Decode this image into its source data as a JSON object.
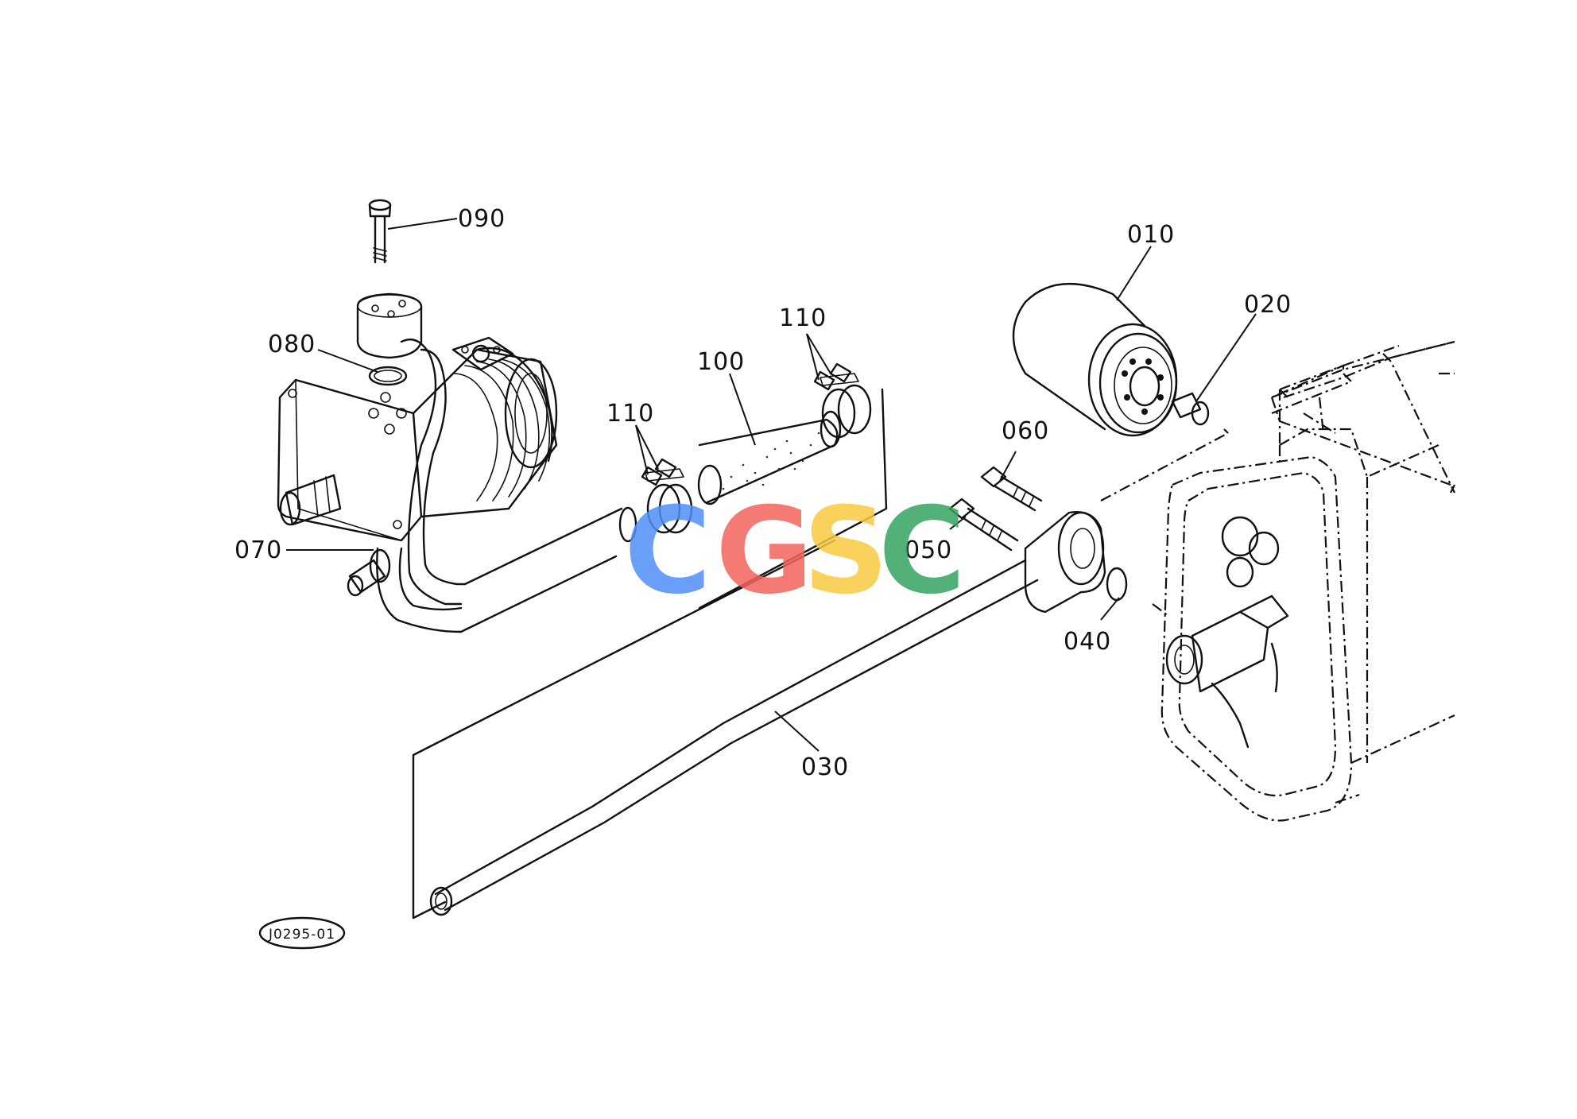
{
  "diagram": {
    "part_labels": {
      "p010": "010",
      "p020": "020",
      "p030": "030",
      "p040": "040",
      "p050": "050",
      "p060": "060",
      "p070": "070",
      "p080": "080",
      "p090": "090",
      "p100": "100",
      "p110a": "110",
      "p110b": "110"
    },
    "reference_code": "J0295-01",
    "watermark": {
      "letters": [
        "C",
        "G",
        "S",
        "C"
      ],
      "colors": [
        "#4f8ff7",
        "#f2655c",
        "#f9cb42",
        "#34a362"
      ]
    }
  }
}
